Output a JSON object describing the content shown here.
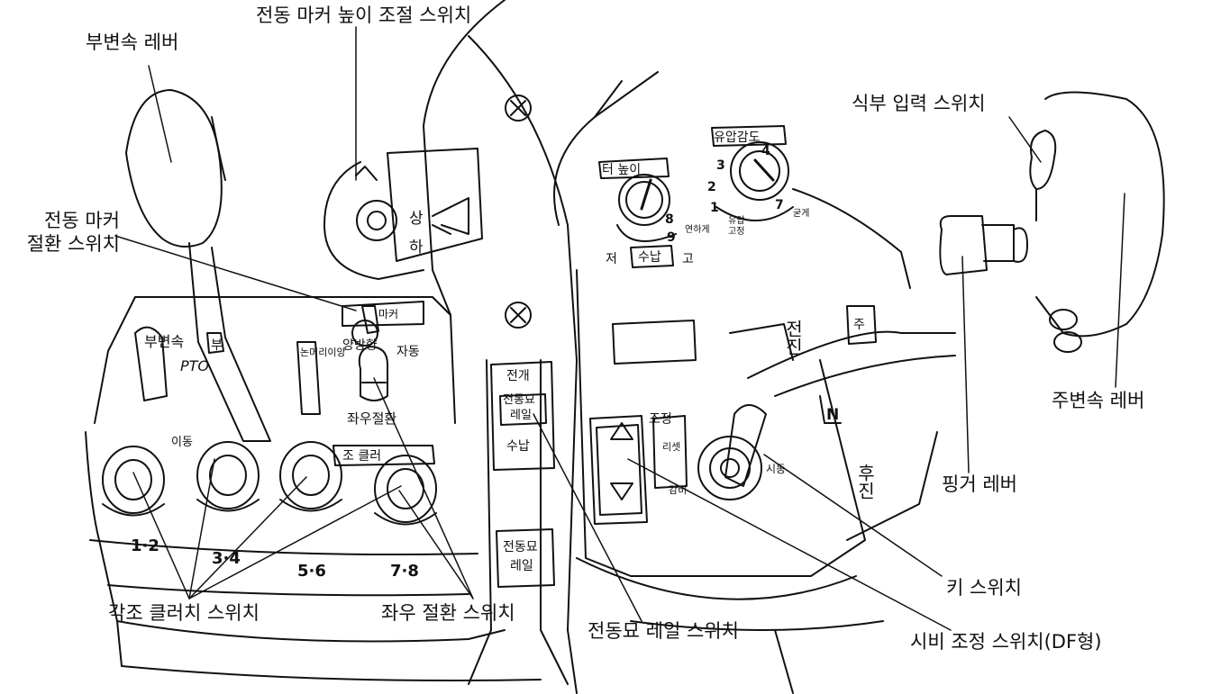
{
  "labels": {
    "sub_shift_lever": "부변속 레버",
    "marker_height_switch": "전동 마커 높이 조절 스위치",
    "marker_toggle_switch_l1": "전동 마커",
    "marker_toggle_switch_l2": "절환 스위치",
    "planting_input_switch": "식부 입력 스위치",
    "main_shift_lever": "주변속 레버",
    "finger_lever": "핑거 레버",
    "key_switch": "키 스위치",
    "fertilizer_switch": "시비 조정 스위치(DF형)",
    "seedling_rail_switch": "전동묘 레일 스위치",
    "lr_switch": "좌우 절환 스위치",
    "clutch_switches": "각조 클러치 스위치"
  },
  "panel_text": {
    "up": "상",
    "down": "하",
    "subshift": "부변속",
    "pto": "PTO",
    "move": "이동",
    "sub_short": "부",
    "ridge": "논머리이앙",
    "marker_tag": "마커",
    "both_dir": "양방향",
    "auto": "자동",
    "lr_change": "좌우절환",
    "row_clutch": "조 클러",
    "row_12": "1·2",
    "row_34": "3·4",
    "row_56": "5·6",
    "row_78": "7·8",
    "unfold": "전개",
    "rail1_l1": "전동묘",
    "rail1_l2": "레일",
    "stow": "수납",
    "rail2_l1": "전동묘",
    "rail2_l2": "레일",
    "height_title": "터 높이",
    "low": "저",
    "high": "고",
    "stow_dial": "수납",
    "dial_8": "8",
    "dial_9": "9",
    "sens_title": "유압감도",
    "sens_1": "1",
    "sens_2": "2",
    "sens_3": "3",
    "sens_4": "4",
    "sens_7": "7",
    "soft": "연하게",
    "fix_l1": "유압",
    "fix_l2": "고정",
    "hard": "굳게",
    "adjust": "조정",
    "reset": "리셋",
    "decrease": "감비",
    "forward": "전진",
    "neutral": "N",
    "backward": "후진",
    "main_tag": "주",
    "start": "시동"
  }
}
